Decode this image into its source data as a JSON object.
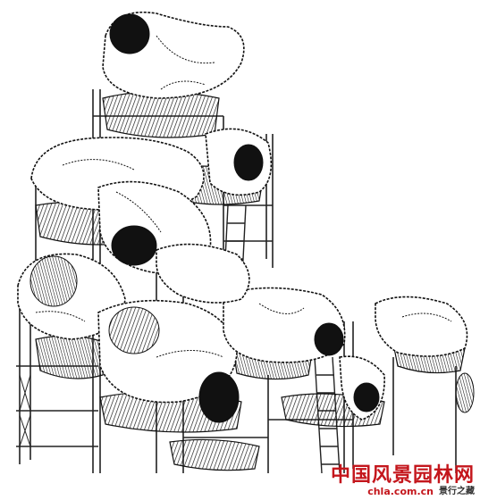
{
  "image": {
    "description_subject": "pen-and-ink drawing",
    "colors": {
      "ink": "#111111",
      "paper": "#ffffff",
      "watermark_red": "#c4161c",
      "watermark_dark": "#222222"
    }
  },
  "watermark": {
    "main_text": "中国风景园林网",
    "site": "chla.com.cn",
    "tag": "景行之藏"
  }
}
